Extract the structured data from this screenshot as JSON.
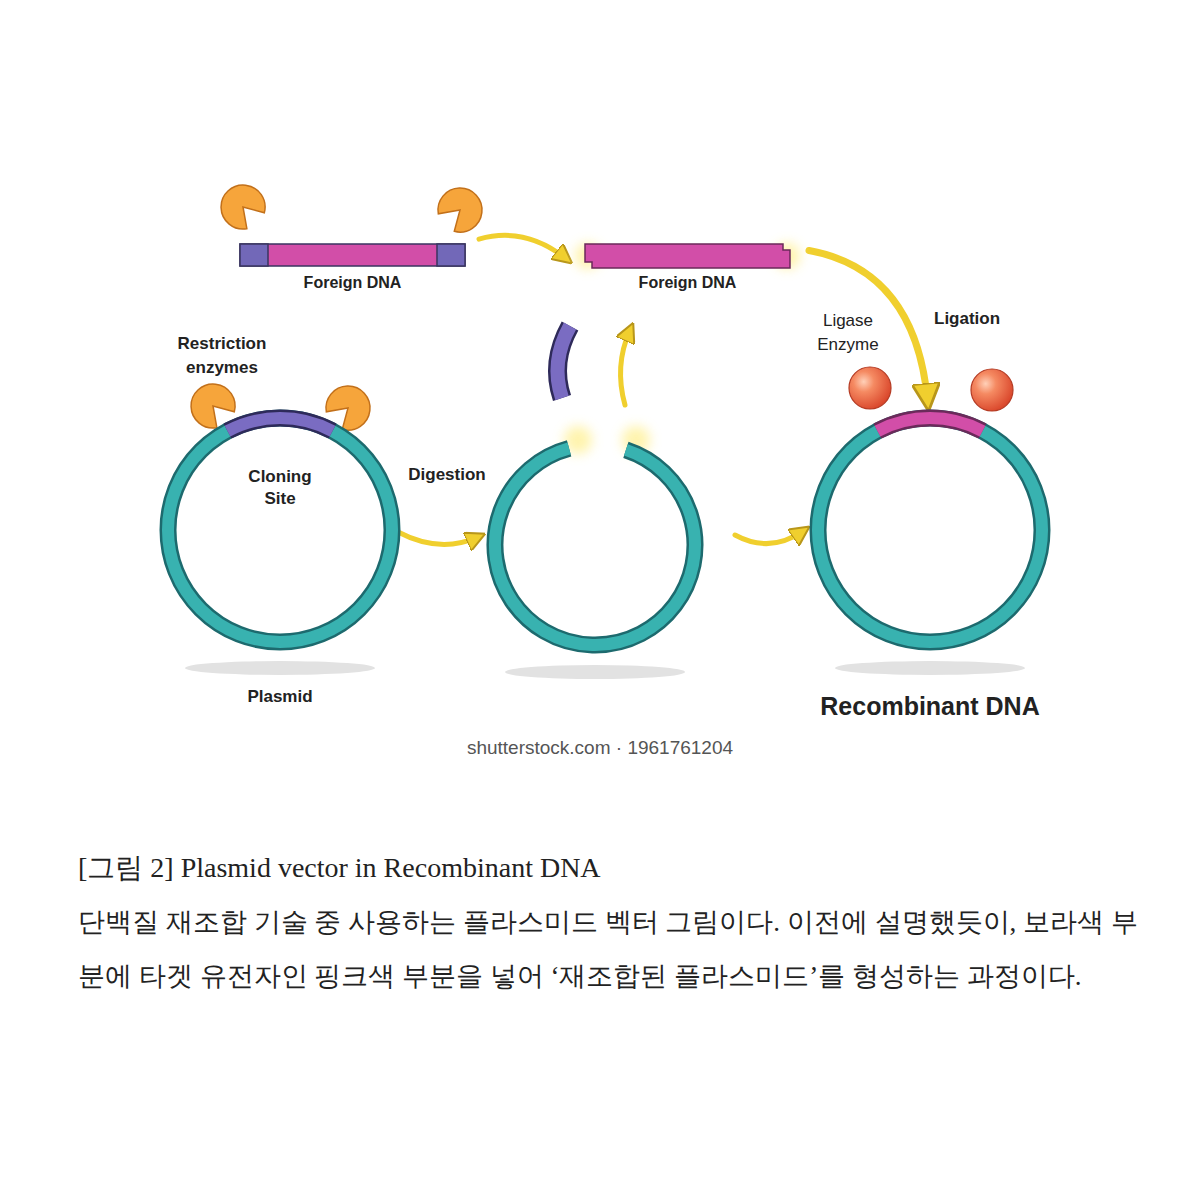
{
  "diagram": {
    "caption": "[그림 2] Plasmid vector in Recombinant DNA",
    "nodes": [
      {
        "text": [
          "Foreign DNA"
        ]
      },
      {
        "text": [
          "Foreign DNA"
        ]
      },
      {
        "text": [
          "Cloning Site",
          "Plasmid"
        ]
      },
      {
        "text": [
          "Recombinant DNA"
        ]
      }
    ],
    "edges": [
      {
        "from": 0,
        "to": 1,
        "arrow": "to"
      },
      {
        "from": 1,
        "to": 3,
        "label": "Ligation",
        "arrow": "to"
      }
    ],
    "labels": [
      "Restriction enzymes",
      "Digestion",
      "Ligase Enzyme",
      "shutterstock.com · 1961761204",
      "단백질 재조합 기술 중 사용하는 플라스미드 벡터 그림이다. 이전에 설명했듯이, 보라색 부분에 타겟 유전자인 핑크색 부분을 넣어 ‘재조합된 플라스미드’를 형성하는 과정이다."
    ]
  }
}
